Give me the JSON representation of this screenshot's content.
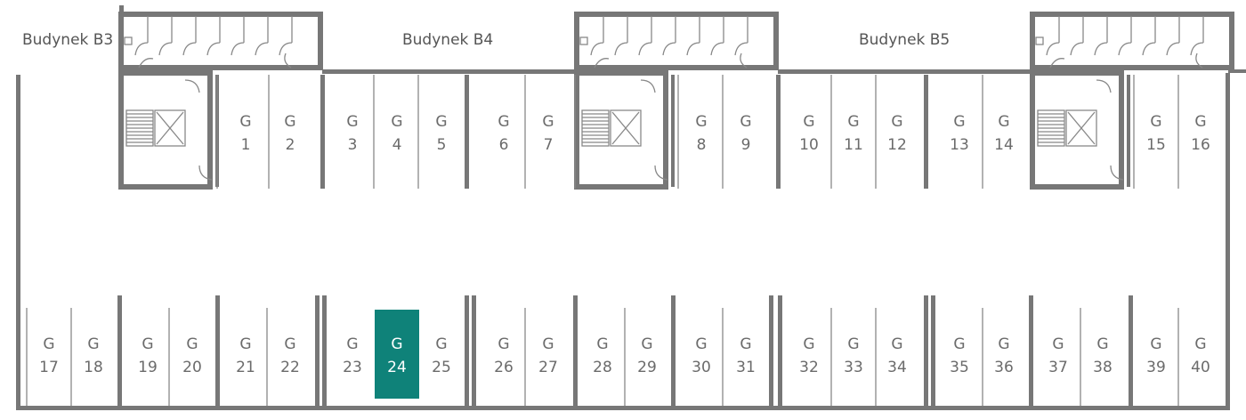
{
  "buildings": [
    {
      "label": "Budynek B3"
    },
    {
      "label": "Budynek B4"
    },
    {
      "label": "Budynek B5"
    }
  ],
  "garage_prefix": "G",
  "selected_garage": "24",
  "colors": {
    "selected": "#0f8279",
    "walls": "#777777",
    "lines": "#888888",
    "text": "#6b6b6b"
  },
  "garages": [
    {
      "id": "1"
    },
    {
      "id": "2"
    },
    {
      "id": "3"
    },
    {
      "id": "4"
    },
    {
      "id": "5"
    },
    {
      "id": "6"
    },
    {
      "id": "7"
    },
    {
      "id": "8"
    },
    {
      "id": "9"
    },
    {
      "id": "10"
    },
    {
      "id": "11"
    },
    {
      "id": "12"
    },
    {
      "id": "13"
    },
    {
      "id": "14"
    },
    {
      "id": "15"
    },
    {
      "id": "16"
    },
    {
      "id": "17"
    },
    {
      "id": "18"
    },
    {
      "id": "19"
    },
    {
      "id": "20"
    },
    {
      "id": "21"
    },
    {
      "id": "22"
    },
    {
      "id": "23"
    },
    {
      "id": "24"
    },
    {
      "id": "25"
    },
    {
      "id": "26"
    },
    {
      "id": "27"
    },
    {
      "id": "28"
    },
    {
      "id": "29"
    },
    {
      "id": "30"
    },
    {
      "id": "31"
    },
    {
      "id": "32"
    },
    {
      "id": "33"
    },
    {
      "id": "34"
    },
    {
      "id": "35"
    },
    {
      "id": "36"
    },
    {
      "id": "37"
    },
    {
      "id": "38"
    },
    {
      "id": "39"
    },
    {
      "id": "40"
    }
  ]
}
